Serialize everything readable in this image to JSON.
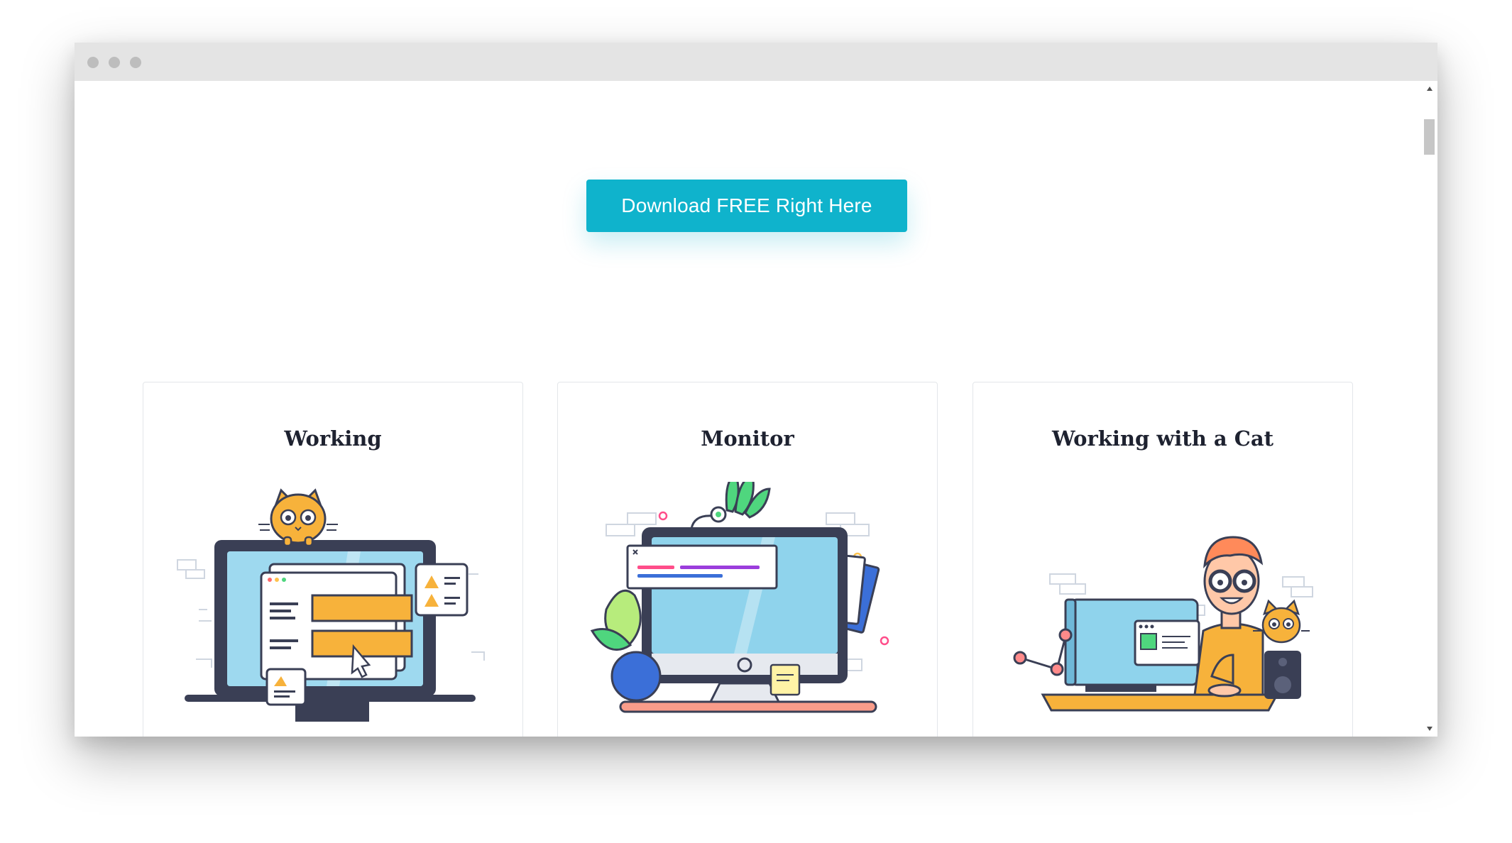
{
  "page": {
    "download_button_label": "Download FREE Right Here"
  },
  "cards": [
    {
      "title": "Working",
      "illustration": "laptop-with-cat-illustration"
    },
    {
      "title": "Monitor",
      "illustration": "desktop-monitor-with-plants-illustration"
    },
    {
      "title": "Working with a Cat",
      "illustration": "man-at-desk-with-cat-illustration"
    }
  ],
  "colors": {
    "accent": "#0fb3cc",
    "titlebar": "#e4e4e4",
    "card_border": "#e3e6ea",
    "title_text": "#1e2230"
  }
}
